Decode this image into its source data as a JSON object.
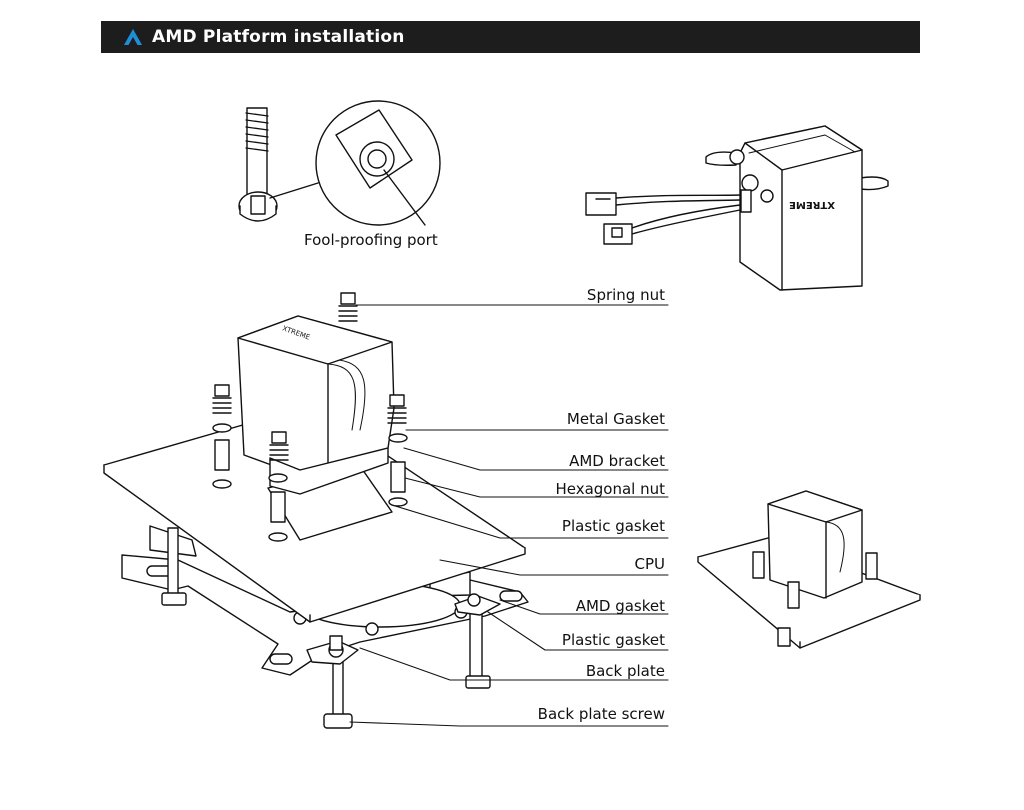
{
  "header": {
    "title": "AMD Platform installation",
    "logo_icon": "chevron-a-icon",
    "accent_color": "#1e8fd6",
    "bar_color": "#1d1d1d"
  },
  "detail": {
    "fool_proofing_label": "Fool-proofing port"
  },
  "pump": {
    "brand_text": "XTREME"
  },
  "labels": {
    "spring_nut": "Spring nut",
    "metal_gasket": "Metal Gasket",
    "amd_bracket": "AMD bracket",
    "hexagonal_nut": "Hexagonal nut",
    "plastic_gasket_top": "Plastic gasket",
    "cpu": "CPU",
    "amd_gasket": "AMD gasket",
    "plastic_gasket_bottom": "Plastic gasket",
    "back_plate": "Back plate",
    "back_plate_screw": "Back plate screw"
  }
}
